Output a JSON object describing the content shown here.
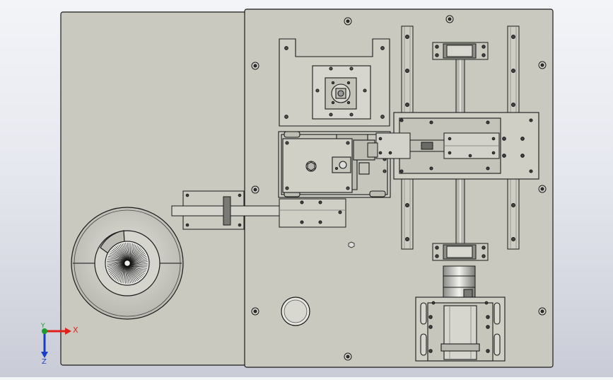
{
  "viewport": {
    "background_top": "#f3f4f8",
    "background_bottom": "#c9ccd6",
    "part_fill": "#c9c9c0",
    "edge_color": "#1a1a1a"
  },
  "triad": {
    "x_label": "X",
    "y_label": "Y",
    "z_label": "Z",
    "x_color": "#e0201a",
    "y_color": "#1f9a2e",
    "z_color": "#1b3cc9"
  }
}
